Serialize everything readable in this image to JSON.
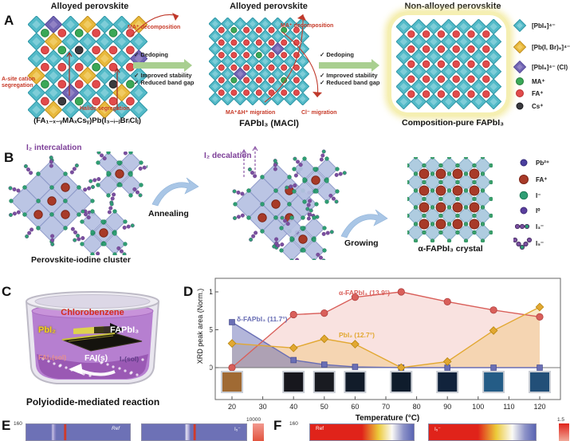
{
  "panelA": {
    "label": "A",
    "check": "✓",
    "arrow_items": [
      "Dedoping",
      "Improved stability",
      "Reduced band gap"
    ],
    "col1": {
      "title": "Alloyed perovskite",
      "ann_ma": "MA⁺ decomposition",
      "ann_asite": "A-site cation segregation",
      "ann_halide": "Halide segregation",
      "formula": "(FA₁₋ₓ₋ᵧMAₓCsᵧ)Pb(I₃₋ᵢ₋ⱼBrᵢClⱼ)"
    },
    "col2": {
      "title": "Alloyed perovskite",
      "ann_ma": "MA⁺ decomposition",
      "ann_mig": "MA⁺&H⁺ migration",
      "ann_cl": "Cl⁻ migration",
      "formula": "FAPbI₃ (MACl)"
    },
    "col3": {
      "title": "Non-alloyed perovskite",
      "caption": "Composition-pure FAPbI₃"
    },
    "legend": [
      {
        "icon": "d-teal",
        "label": "[PbI₆]⁴⁻"
      },
      {
        "icon": "d-yellow",
        "label": "[Pb(I, Br)₆]⁴⁻"
      },
      {
        "icon": "d-purple",
        "label": "[PbI₆]⁴⁻ (Cl)"
      },
      {
        "icon": "c-green",
        "label": "MA⁺"
      },
      {
        "icon": "c-red",
        "label": "FA⁺"
      },
      {
        "icon": "c-black",
        "label": "Cs⁺"
      }
    ]
  },
  "panelB": {
    "label": "B",
    "intercalation": "I₂ intercalation",
    "decalation": "I₂ decalation",
    "annealing": "Annealing",
    "growing": "Growing",
    "cluster_caption": "Perovskite-iodine cluster",
    "crystal_caption": "α-FAPbI₃ crystal",
    "legend": [
      {
        "icon": "dot-indigo",
        "label": "Pb²⁺"
      },
      {
        "icon": "c-darkred",
        "label": "FA⁺"
      },
      {
        "icon": "c-teal2",
        "label": "I⁻"
      },
      {
        "icon": "dot-purple",
        "label": "I⁰"
      },
      {
        "icon": "chain3",
        "label": "I₃⁻"
      },
      {
        "icon": "chain5",
        "label": "I₅⁻"
      }
    ]
  },
  "panelC": {
    "label": "C",
    "solvent": "Chlorobenzene",
    "reactant": "PbI₂",
    "product": "FAPbI₃",
    "bottom_left": "FAI₃(sol)",
    "bottom_mid": "FAI(s)",
    "bottom_right": "I₂(sol)",
    "caption": "Polyiodide-mediated reaction"
  },
  "panelD": {
    "label": "D"
  },
  "chart_data": {
    "type": "line",
    "title": "",
    "xlabel": "Temperature (°C)",
    "ylabel": "XRD peak area (Norm.)",
    "x": [
      20,
      40,
      50,
      60,
      75,
      90,
      105,
      120
    ],
    "xticks": [
      20,
      30,
      40,
      50,
      60,
      70,
      80,
      90,
      100,
      110,
      120
    ],
    "yticks": [
      0,
      0.5,
      1
    ],
    "xlim": [
      15,
      127
    ],
    "ylim": [
      0,
      1.1
    ],
    "grid": false,
    "series": [
      {
        "name": "δ-FAPbI₃ (11.7°)",
        "color": "#6a6fb5",
        "marker": "square",
        "values": [
          0.6,
          0.1,
          0.04,
          0.01,
          0.0,
          0.0,
          0.0,
          0.0
        ]
      },
      {
        "name": "α-FAPbI₃ (13.9°)",
        "color": "#d95f5a",
        "marker": "circle",
        "values": [
          0.0,
          0.7,
          0.72,
          0.93,
          1.0,
          0.87,
          0.76,
          0.67
        ]
      },
      {
        "name": "PbI₂ (12.7°)",
        "color": "#e2a832",
        "marker": "diamond",
        "values": [
          0.32,
          0.26,
          0.38,
          0.31,
          0.0,
          0.08,
          0.49,
          0.8
        ]
      }
    ],
    "sample_colors": [
      "#a06a33",
      "#17171d",
      "#191b21",
      "#121c2a",
      "#0f1c2c",
      "#11233c",
      "#245c86",
      "#224f78"
    ]
  },
  "panelE": {
    "label": "E",
    "axis_max": "160",
    "strip1": "Ref",
    "strip2": "I₅⁻",
    "cbar_max": "10000"
  },
  "panelF": {
    "label": "F",
    "axis_max": "160",
    "strip1": "Ref",
    "strip2": "I₅⁻",
    "cbar_max": "1.5"
  }
}
